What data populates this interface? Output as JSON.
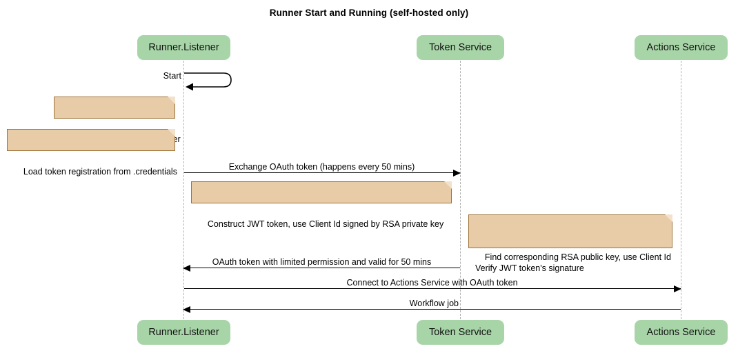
{
  "diagram": {
    "title": "Runner Start and Running (self-hosted only)",
    "type": "sequence-diagram",
    "participant_fill": "#a8d5a8",
    "note_fill": "#e8cca8",
    "note_border": "#9c7238",
    "line_color": "#000000",
    "lifeline_color": "#b0b0b0"
  },
  "participants": [
    {
      "id": "runner-listener",
      "label": "Runner.Listener"
    },
    {
      "id": "token-service",
      "label": "Token Service"
    },
    {
      "id": "actions-service",
      "label": "Actions Service"
    }
  ],
  "participants_bottom": [
    {
      "id": "runner-listener",
      "label": "Runner.Listener"
    },
    {
      "id": "token-service",
      "label": "Token Service"
    },
    {
      "id": "actions-service",
      "label": "Actions Service"
    }
  ],
  "messages": [
    {
      "id": "start",
      "label": "Start",
      "from": "runner-listener",
      "to": "runner-listener",
      "kind": "self"
    },
    {
      "id": "exchange-oauth-token",
      "label": "Exchange OAuth token (happens every 50 mins)",
      "from": "runner-listener",
      "to": "token-service",
      "kind": "sync",
      "direction": "right"
    },
    {
      "id": "oauth-token-reply",
      "label": "OAuth token with limited permission and valid for 50 mins",
      "from": "token-service",
      "to": "runner-listener",
      "kind": "sync",
      "direction": "left"
    },
    {
      "id": "connect-actions-service",
      "label": "Connect to Actions Service with OAuth token",
      "from": "runner-listener",
      "to": "actions-service",
      "kind": "sync",
      "direction": "right"
    },
    {
      "id": "workflow-job",
      "label": "Workflow job",
      "from": "actions-service",
      "to": "runner-listener",
      "kind": "sync",
      "direction": "left"
    }
  ],
  "notes": [
    {
      "id": "load-config-info",
      "text": "Load config info from .runner",
      "attached_to": "runner-listener"
    },
    {
      "id": "load-token-registration",
      "text": "Load token registration from .credentials",
      "attached_to": "runner-listener"
    },
    {
      "id": "construct-jwt-token",
      "text": "Construct JWT token, use Client Id signed by RSA private key",
      "attached_to": "runner-listener"
    },
    {
      "id": "verify-jwt-token",
      "text": "Find corresponding RSA public key, use Client Id\nVerify JWT token's signature",
      "attached_to": "token-service"
    }
  ]
}
